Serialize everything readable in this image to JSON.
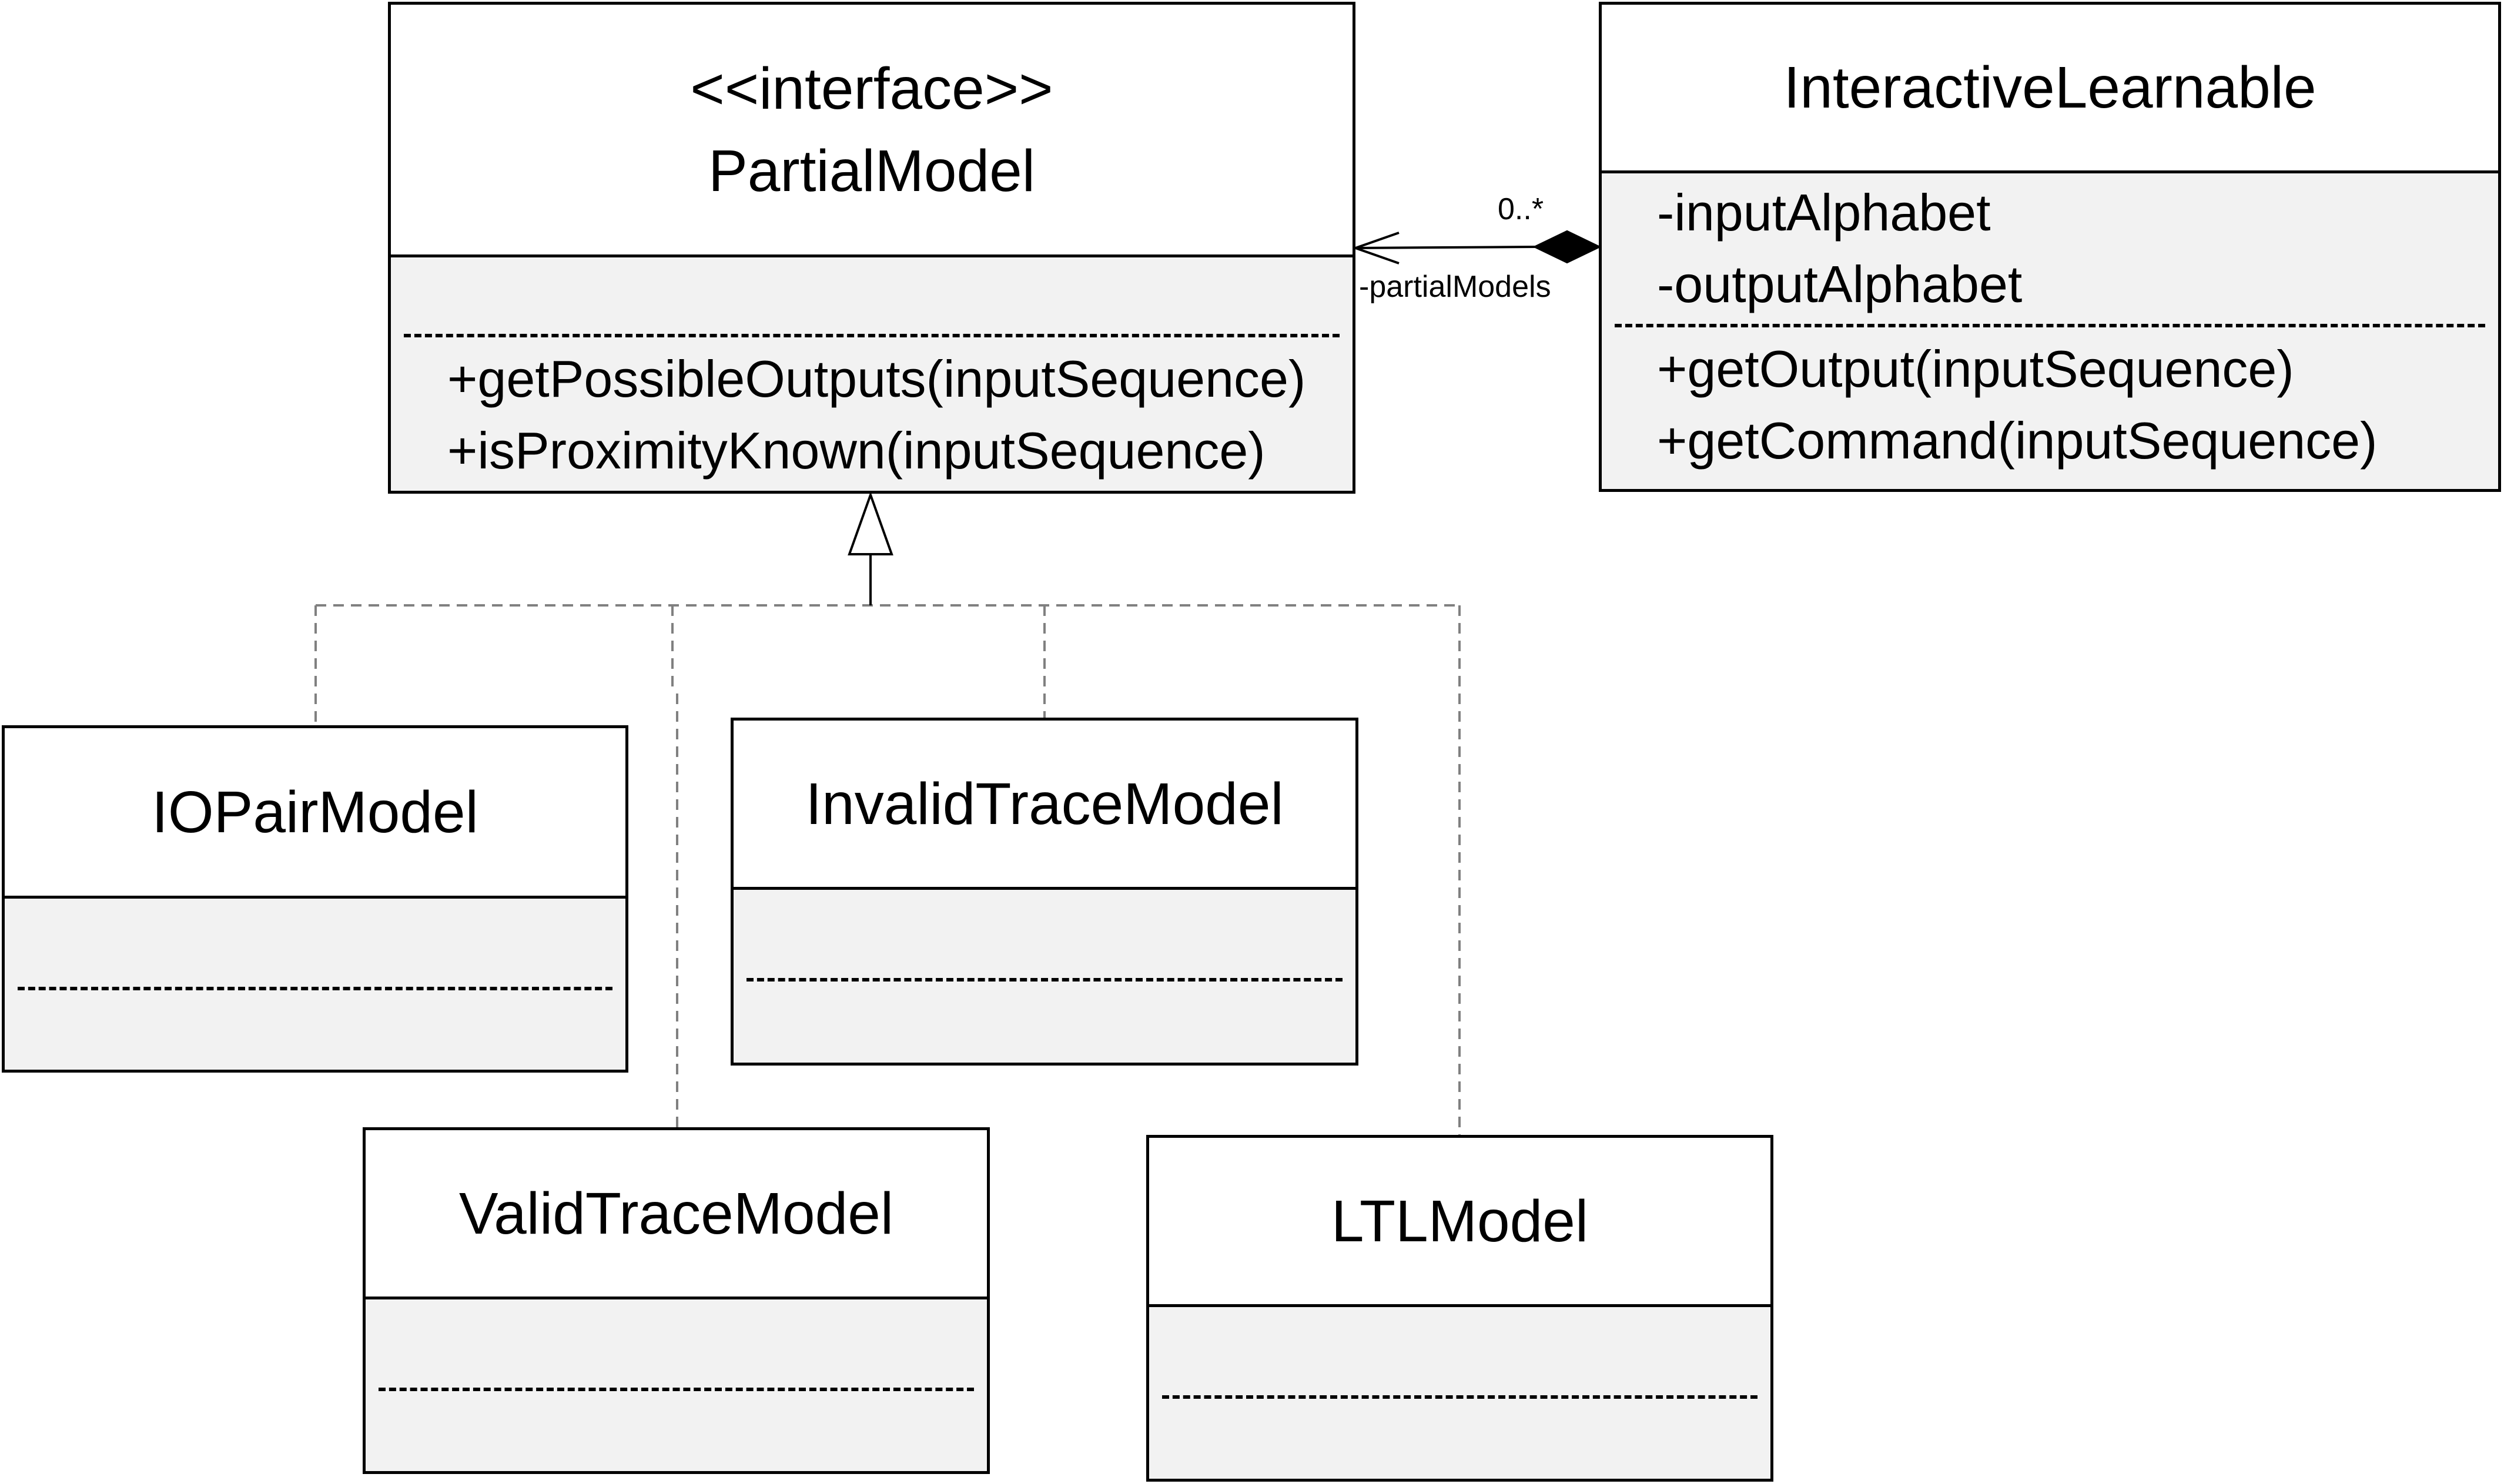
{
  "classes": {
    "partial_model": {
      "stereotype": "<<interface>>",
      "name": "PartialModel",
      "attributes": [],
      "operations": [
        "+getPossibleOutputs(inputSequence)",
        "+isProximityKnown(inputSequence)"
      ]
    },
    "interactive_learnable": {
      "name": "InteractiveLearnable",
      "attributes": [
        "-inputAlphabet",
        "-outputAlphabet"
      ],
      "operations": [
        "+getOutput(inputSequence)",
        "+getCommand(inputSequence)"
      ]
    },
    "io_pair_model": {
      "name": "IOPairModel"
    },
    "invalid_trace_model": {
      "name": "InvalidTraceModel"
    },
    "valid_trace_model": {
      "name": "ValidTraceModel"
    },
    "ltl_model": {
      "name": "LTLModel"
    }
  },
  "association": {
    "multiplicity": "0..*",
    "role": "-partialModels",
    "kind": "composition"
  },
  "colors": {
    "line": "#000000",
    "compartment_fill": "#f2f2f2",
    "dashed_connector": "#808080"
  }
}
